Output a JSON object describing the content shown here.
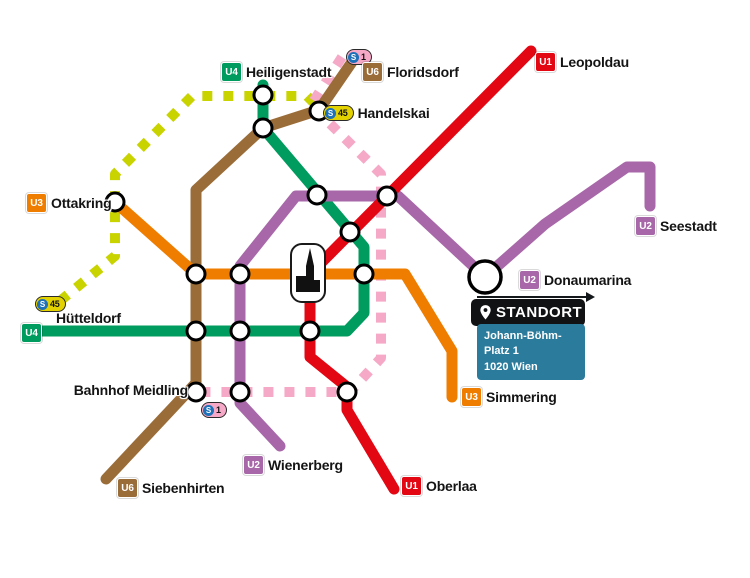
{
  "colors": {
    "u1": "#E30613",
    "u2": "#A767A8",
    "u3": "#EF7D00",
    "u4": "#009B5E",
    "u6": "#9A6C38",
    "s45": "#C8D300",
    "s1": "#F5A9C6",
    "s_badge_blue": "#1D71B8",
    "callout_header_bg": "#101214",
    "callout_body_bg": "#2B7B9C"
  },
  "labels": {
    "heiligenstadt": {
      "badge": "U4",
      "text": "Heiligenstadt"
    },
    "floridsdorf": {
      "badge": "U6",
      "text": "Floridsdorf"
    },
    "leopoldau": {
      "badge": "U1",
      "text": "Leopoldau"
    },
    "handelskai": {
      "s": "S",
      "num": "45",
      "text": "Handelskai"
    },
    "s1_top": {
      "s": "S",
      "num": "1"
    },
    "ottakring": {
      "badge": "U3",
      "text": "Ottakring"
    },
    "huetteldorf": {
      "s": "S",
      "num": "45",
      "badge": "U4",
      "text": "Hütteldorf"
    },
    "seestadt": {
      "badge": "U2",
      "text": "Seestadt"
    },
    "donaumarina": {
      "badge": "U2",
      "text": "Donaumarina"
    },
    "simmering": {
      "badge": "U3",
      "text": "Simmering"
    },
    "meidling": {
      "text": "Bahnhof Meidling"
    },
    "s1_bottom": {
      "s": "S",
      "num": "1"
    },
    "wienerberg": {
      "badge": "U2",
      "text": "Wienerberg"
    },
    "oberlaa": {
      "badge": "U1",
      "text": "Oberlaa"
    },
    "siebenhirten": {
      "badge": "U6",
      "text": "Siebenhirten"
    }
  },
  "callout": {
    "title": "STANDORT",
    "address_line1": "Johann-Böhm-Platz 1",
    "address_line2": "1020 Wien"
  }
}
